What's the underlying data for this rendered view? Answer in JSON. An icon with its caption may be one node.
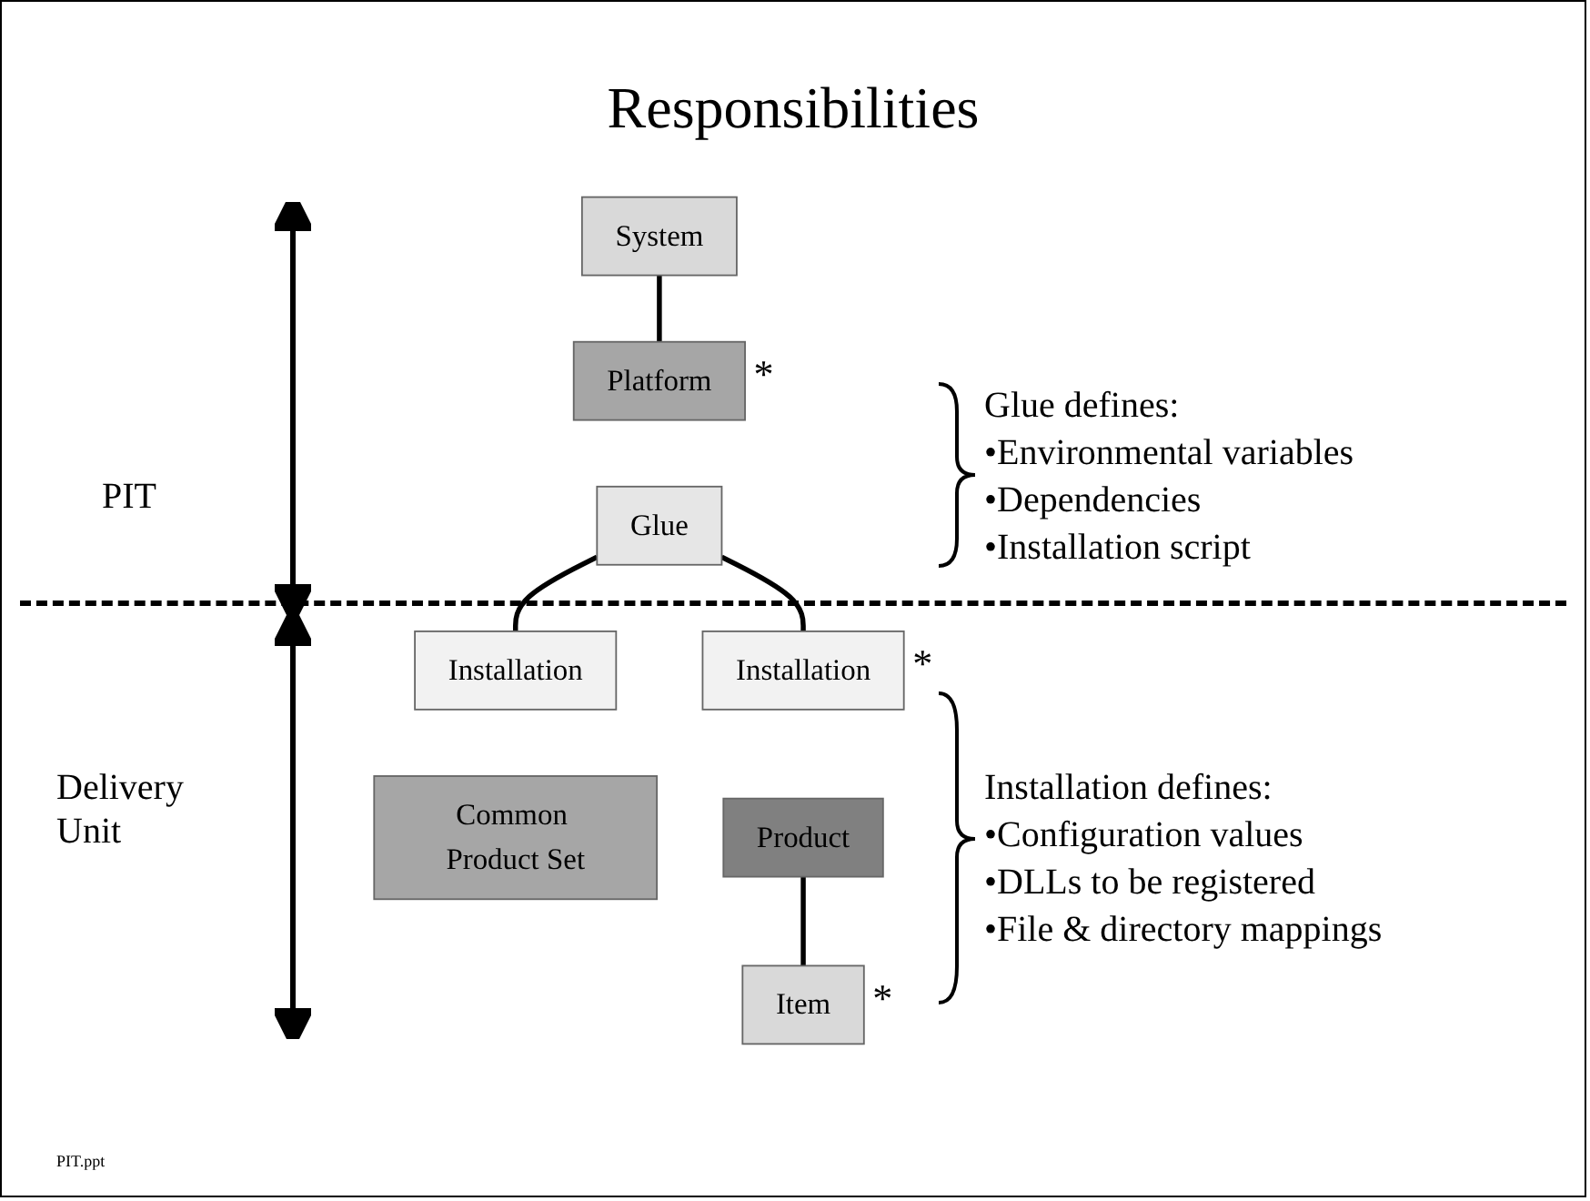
{
  "diagram": {
    "title": "Responsibilities",
    "nodes": [
      {
        "text": [
          "System"
        ]
      },
      {
        "text": [
          "Platform"
        ],
        "beside": [
          "*"
        ]
      },
      {
        "text": [
          "Glue"
        ]
      },
      {
        "text": [
          "Installation"
        ]
      },
      {
        "text": [
          "Common Product Set"
        ]
      },
      {
        "text": [
          "Installation"
        ],
        "beside": [
          "*"
        ]
      },
      {
        "text": [
          "Product"
        ]
      },
      {
        "text": [
          "Item"
        ],
        "beside": [
          "*"
        ]
      }
    ],
    "edges": [
      {
        "from": 0,
        "to": 1,
        "arrow": "none"
      },
      {
        "from": 2,
        "to": 3,
        "arrow": "none"
      },
      {
        "from": 2,
        "to": 5,
        "arrow": "none"
      },
      {
        "from": 6,
        "to": 7,
        "arrow": "none"
      }
    ],
    "labels": [
      "PIT",
      "Glue defines:",
      "•Environmental variables",
      "•Dependencies",
      "•Installation script",
      "Delivery Unit",
      "Installation defines:",
      "•Configuration values",
      "•DLLs to be registered",
      "•File & directory mappings",
      "PIT.ppt"
    ]
  }
}
